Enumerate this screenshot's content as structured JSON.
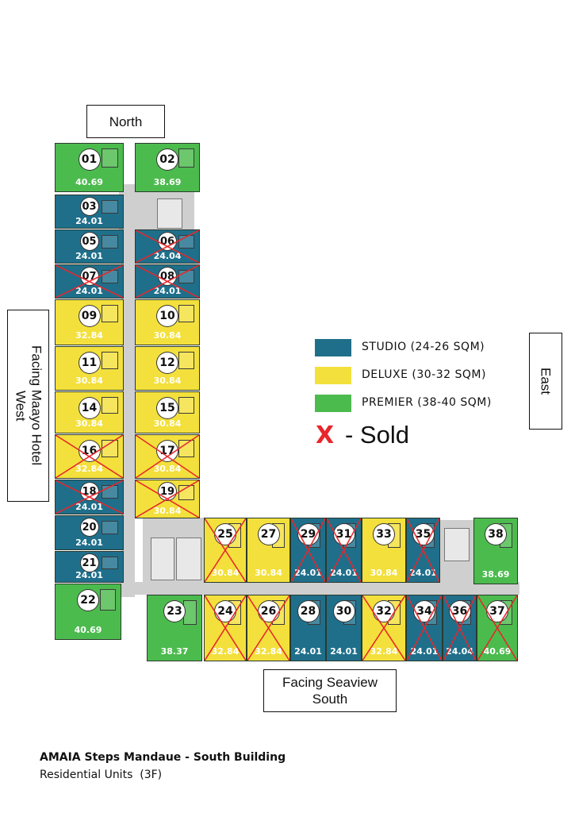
{
  "labels": {
    "north": "North",
    "east": "East",
    "west": "Facing Maayo Hotel\nWest",
    "south": "Facing Seaview\nSouth"
  },
  "legend": [
    {
      "label": "STUDIO (24-26 SQM)",
      "color": "#1f6f8b"
    },
    {
      "label": "DELUXE (30-32 SQM)",
      "color": "#f3e03c"
    },
    {
      "label": "PREMIER (38-40 SQM)",
      "color": "#4cbb4e"
    }
  ],
  "sold": {
    "mark": "X",
    "label": "- Sold",
    "color": "#e8262b"
  },
  "footer": {
    "title": "AMAIA Steps Mandaue - South Building",
    "subtitle": "Residential Units  (3F)"
  },
  "colors": {
    "studio": "#1f6f8b",
    "deluxe": "#f3e03c",
    "premier": "#4cbb4e",
    "corridor": "#cfcfcf"
  },
  "units": [
    {
      "num": "01",
      "area": "40.69",
      "type": "premier",
      "sold": false
    },
    {
      "num": "02",
      "area": "38.69",
      "type": "premier",
      "sold": false
    },
    {
      "num": "03",
      "area": "24.01",
      "type": "studio",
      "sold": false
    },
    {
      "num": "05",
      "area": "24.01",
      "type": "studio",
      "sold": false
    },
    {
      "num": "06",
      "area": "24.04",
      "type": "studio",
      "sold": true
    },
    {
      "num": "07",
      "area": "24.01",
      "type": "studio",
      "sold": true
    },
    {
      "num": "08",
      "area": "24.01",
      "type": "studio",
      "sold": true
    },
    {
      "num": "09",
      "area": "32.84",
      "type": "deluxe",
      "sold": false
    },
    {
      "num": "10",
      "area": "30.84",
      "type": "deluxe",
      "sold": false
    },
    {
      "num": "11",
      "area": "30.84",
      "type": "deluxe",
      "sold": false
    },
    {
      "num": "12",
      "area": "30.84",
      "type": "deluxe",
      "sold": false
    },
    {
      "num": "14",
      "area": "30.84",
      "type": "deluxe",
      "sold": false
    },
    {
      "num": "15",
      "area": "30.84",
      "type": "deluxe",
      "sold": false
    },
    {
      "num": "16",
      "area": "32.84",
      "type": "deluxe",
      "sold": true
    },
    {
      "num": "17",
      "area": "30.84",
      "type": "deluxe",
      "sold": true
    },
    {
      "num": "18",
      "area": "24.01",
      "type": "studio",
      "sold": true
    },
    {
      "num": "19",
      "area": "30.84",
      "type": "deluxe",
      "sold": true
    },
    {
      "num": "20",
      "area": "24.01",
      "type": "studio",
      "sold": false
    },
    {
      "num": "21",
      "area": "24.01",
      "type": "studio",
      "sold": false
    },
    {
      "num": "22",
      "area": "40.69",
      "type": "premier",
      "sold": false
    },
    {
      "num": "23",
      "area": "38.37",
      "type": "premier",
      "sold": false
    },
    {
      "num": "24",
      "area": "32.84",
      "type": "deluxe",
      "sold": true
    },
    {
      "num": "25",
      "area": "30.84",
      "type": "deluxe",
      "sold": true
    },
    {
      "num": "26",
      "area": "32.84",
      "type": "deluxe",
      "sold": true
    },
    {
      "num": "27",
      "area": "30.84",
      "type": "deluxe",
      "sold": false
    },
    {
      "num": "28",
      "area": "24.01",
      "type": "studio",
      "sold": false
    },
    {
      "num": "29",
      "area": "24.01",
      "type": "studio",
      "sold": true
    },
    {
      "num": "30",
      "area": "24.01",
      "type": "studio",
      "sold": false
    },
    {
      "num": "31",
      "area": "24.01",
      "type": "studio",
      "sold": true
    },
    {
      "num": "32",
      "area": "32.84",
      "type": "deluxe",
      "sold": true
    },
    {
      "num": "33",
      "area": "30.84",
      "type": "deluxe",
      "sold": false
    },
    {
      "num": "34",
      "area": "24.01",
      "type": "studio",
      "sold": true
    },
    {
      "num": "35",
      "area": "24.01",
      "type": "studio",
      "sold": true
    },
    {
      "num": "36",
      "area": "24.04",
      "type": "studio",
      "sold": true
    },
    {
      "num": "37",
      "area": "40.69",
      "type": "premier",
      "sold": true
    },
    {
      "num": "38",
      "area": "38.69",
      "type": "premier",
      "sold": false
    }
  ]
}
